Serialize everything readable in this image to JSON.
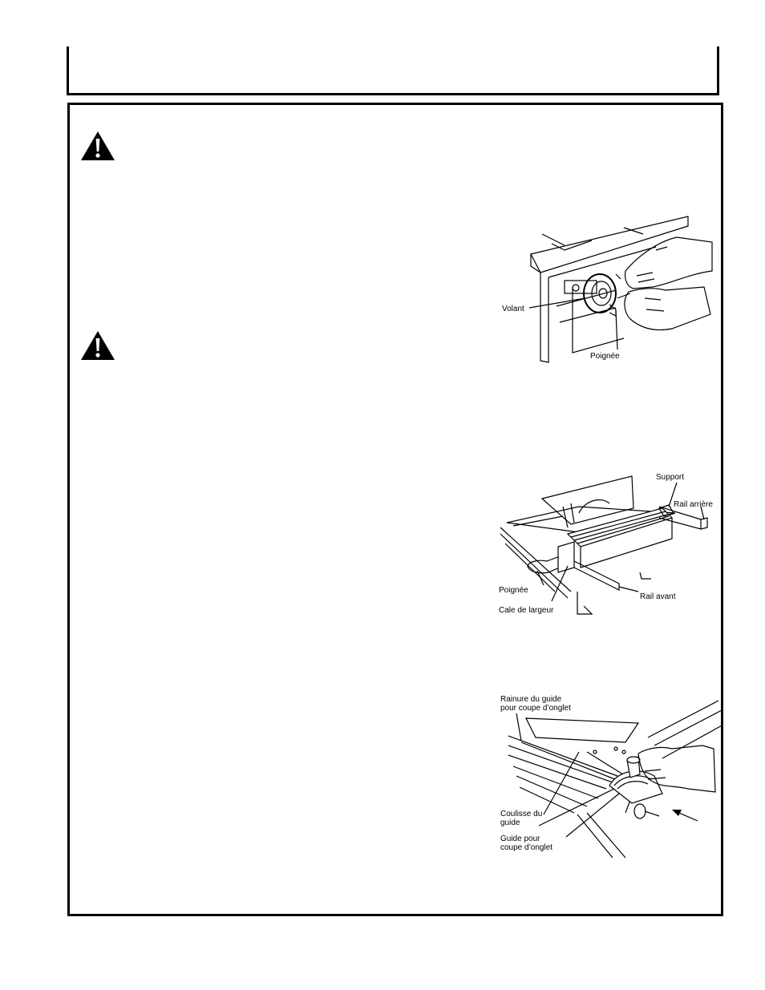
{
  "figures": {
    "handwheel": {
      "labels": [
        "Volant",
        "Poignée"
      ]
    },
    "rip_fence": {
      "labels": [
        "Support",
        "Rail arrière",
        "Poignée",
        "Rail avant",
        "Cale de largeur"
      ]
    },
    "miter_gauge": {
      "labels": [
        "Rainure du guide",
        "pour coupe d’onglet",
        "Coulisse du",
        "guide",
        "Guide pour",
        "coupe d’onglet"
      ]
    }
  },
  "icons": {
    "warning": "warning-triangle-icon"
  }
}
